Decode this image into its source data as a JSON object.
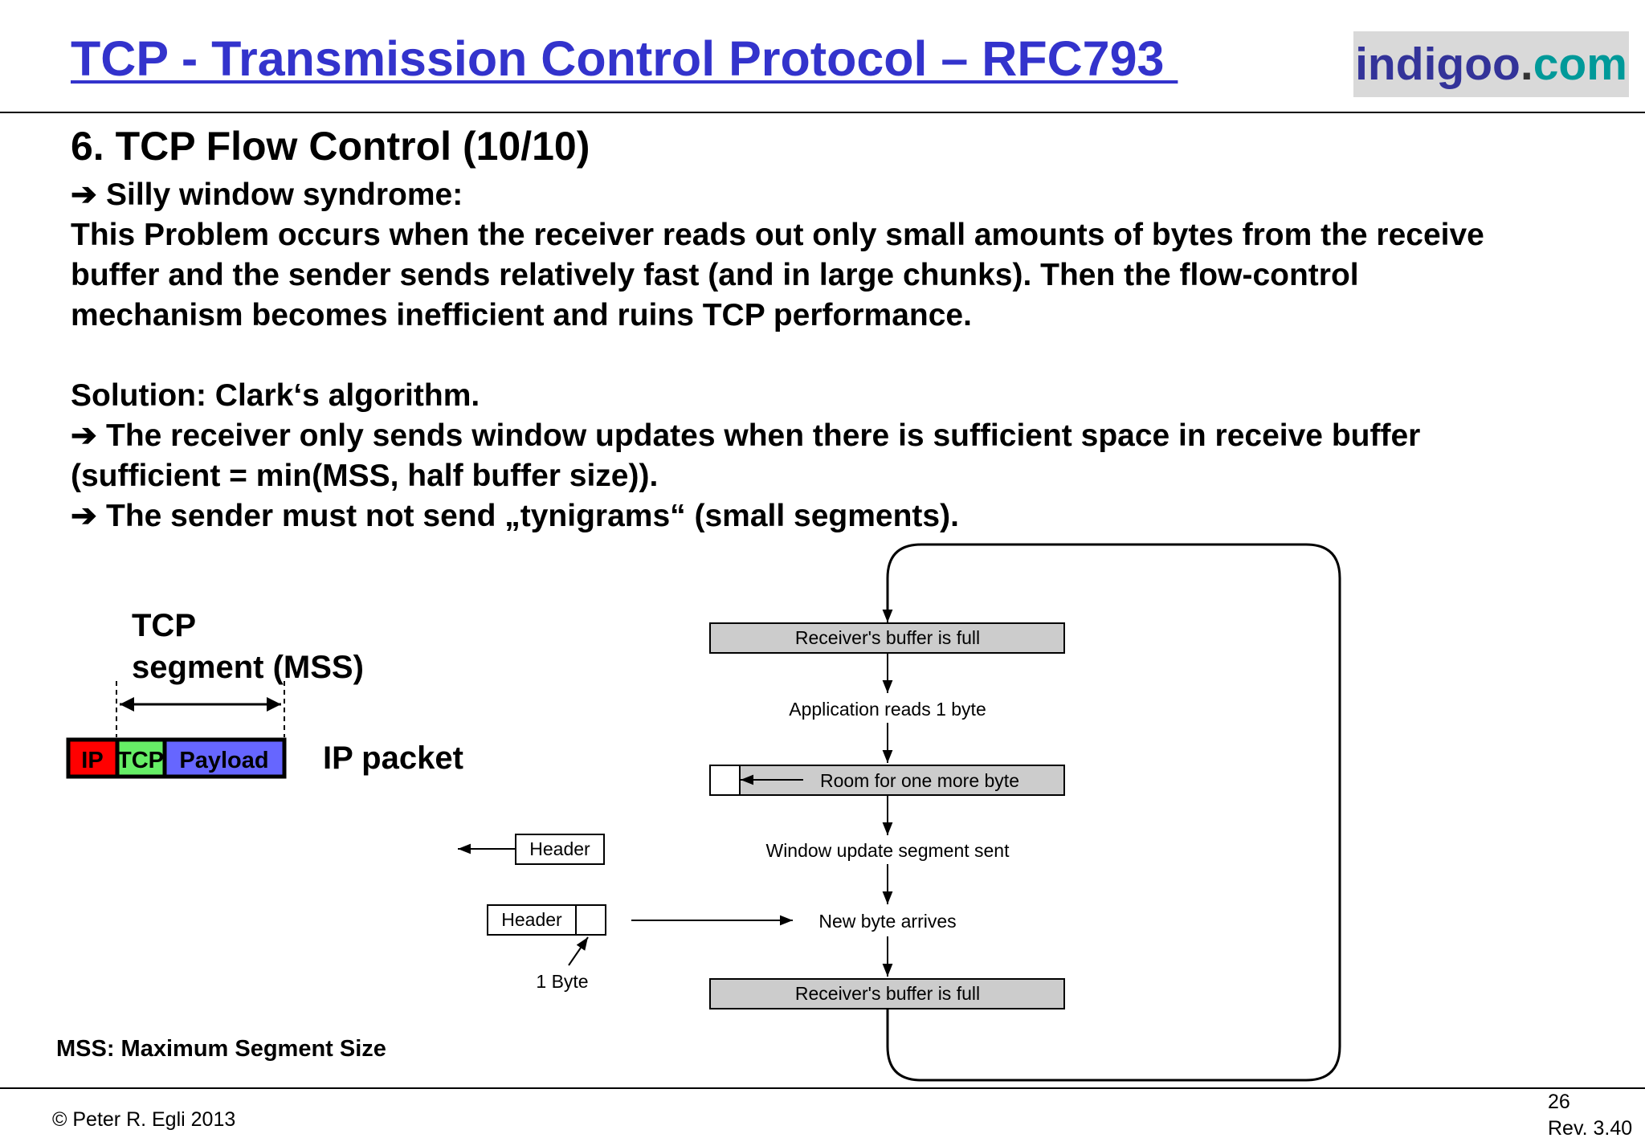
{
  "header": {
    "title": "TCP - Transmission Control Protocol – RFC793 ",
    "logo_part1": "indigoo",
    "logo_part2": ".",
    "logo_part3": "com"
  },
  "slide": {
    "heading": "6. TCP Flow Control (10/10)",
    "bullet_symbol": "➔",
    "bullet1": "Silly window syndrome:",
    "paragraph1_line1": "This Problem occurs when the receiver reads out only small amounts of bytes from the receive",
    "paragraph1_line2": "buffer and the sender sends relatively fast (and in large chunks). Then the flow-control",
    "paragraph1_line3": "mechanism becomes inefficient and ruins TCP performance.",
    "solution": "Solution: Clark‘s algorithm.",
    "bullet2_line1": "The receiver only sends window updates when there is sufficient space in receive buffer",
    "bullet2_line2": "(sufficient = min(MSS, half buffer size)).",
    "bullet3": "The sender must not send „tynigrams“ (small segments)."
  },
  "packet_diagram": {
    "segment_label_line1": "TCP",
    "segment_label_line2": "segment (MSS)",
    "ip_label": "IP",
    "tcp_label": "TCP",
    "payload_label": "Payload",
    "packet_label": "IP packet",
    "colors": {
      "ip": "#ff0000",
      "tcp": "#66ee66",
      "payload": "#6666ff"
    }
  },
  "flow_diagram": {
    "box1": "Receiver's buffer is full",
    "step1": "Application reads 1 byte",
    "box2": "Room for one more byte",
    "step2": "Window update segment sent",
    "step3": "New byte arrives",
    "box3": "Receiver's buffer is full",
    "header1": "Header",
    "header2": "Header",
    "one_byte": "1 Byte",
    "box_color": "#cccccc"
  },
  "footnote": "MSS: Maximum Segment Size",
  "footer": {
    "copyright": "© Peter R. Egli 2013",
    "page_number": "26",
    "revision": "Rev. 3.40"
  }
}
